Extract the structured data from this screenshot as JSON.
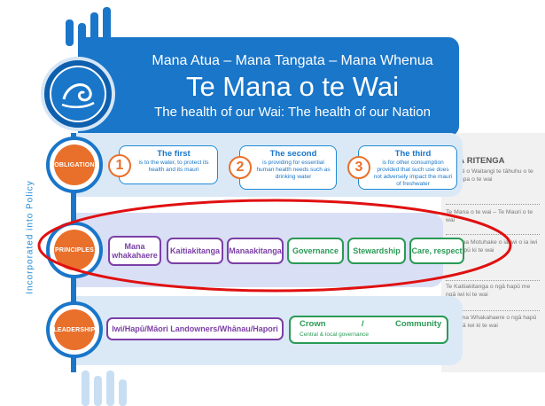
{
  "header": {
    "subtitle": "Mana Atua – Mana Tangata – Mana Whenua",
    "title": "Te Mana o te Wai",
    "tagline": "The health of our Wai: The health of our Nation"
  },
  "side_label": "Incorporated into Policy",
  "rows": {
    "obligation": {
      "label": "OBLIGATION",
      "items": [
        {
          "num": "1",
          "title": "The first",
          "text": "is to the water, to protect its health and its mauri"
        },
        {
          "num": "2",
          "title": "The second",
          "text": "is providing for essential human health needs such as drinking water"
        },
        {
          "num": "3",
          "title": "The third",
          "text": "is for other consumption provided that such use does not adversely impact the mauri of freshwater"
        }
      ]
    },
    "principles": {
      "label": "PRINCIPLES",
      "items": [
        {
          "label": "Mana whakahaere",
          "color": "#7b3fa6"
        },
        {
          "label": "Kaitiakitanga",
          "color": "#7b3fa6"
        },
        {
          "label": "Manaakitanga",
          "color": "#7b3fa6"
        },
        {
          "label": "Governance",
          "color": "#2a9a55"
        },
        {
          "label": "Stewardship",
          "color": "#2a9a55"
        },
        {
          "label": "Care, respect",
          "color": "#2a9a55"
        }
      ]
    },
    "leadership": {
      "label": "LEADERSHIP",
      "left": "Iwi/Hapū/Māori Landowners/Whānau/Hapori",
      "crown": "Crown",
      "slash": "/",
      "community": "Community",
      "gov": "Central & local governance"
    }
  },
  "nga_ritenga": {
    "title": "NGĀ RITENGA",
    "items": [
      "Te Tiriti o Waitangi te tāhuhu o te Kaupapa o te wai",
      "Te Mana o te wai – Te Mauri o te wai",
      "Te Mana Motuhake o ia iwi o ia iwi o ia hapū ki te wai",
      "Te Kaitiakitanga o ngā hapū me ngā iwi ki te wai",
      "Te Mana Whakahaere o ngā hapū me ngā iwi ki te wai"
    ]
  },
  "colors": {
    "brand_blue": "#1976c9",
    "orange": "#e9702b",
    "purple": "#7b3fa6",
    "green": "#2a9a55",
    "highlight_red": "#e01010"
  }
}
